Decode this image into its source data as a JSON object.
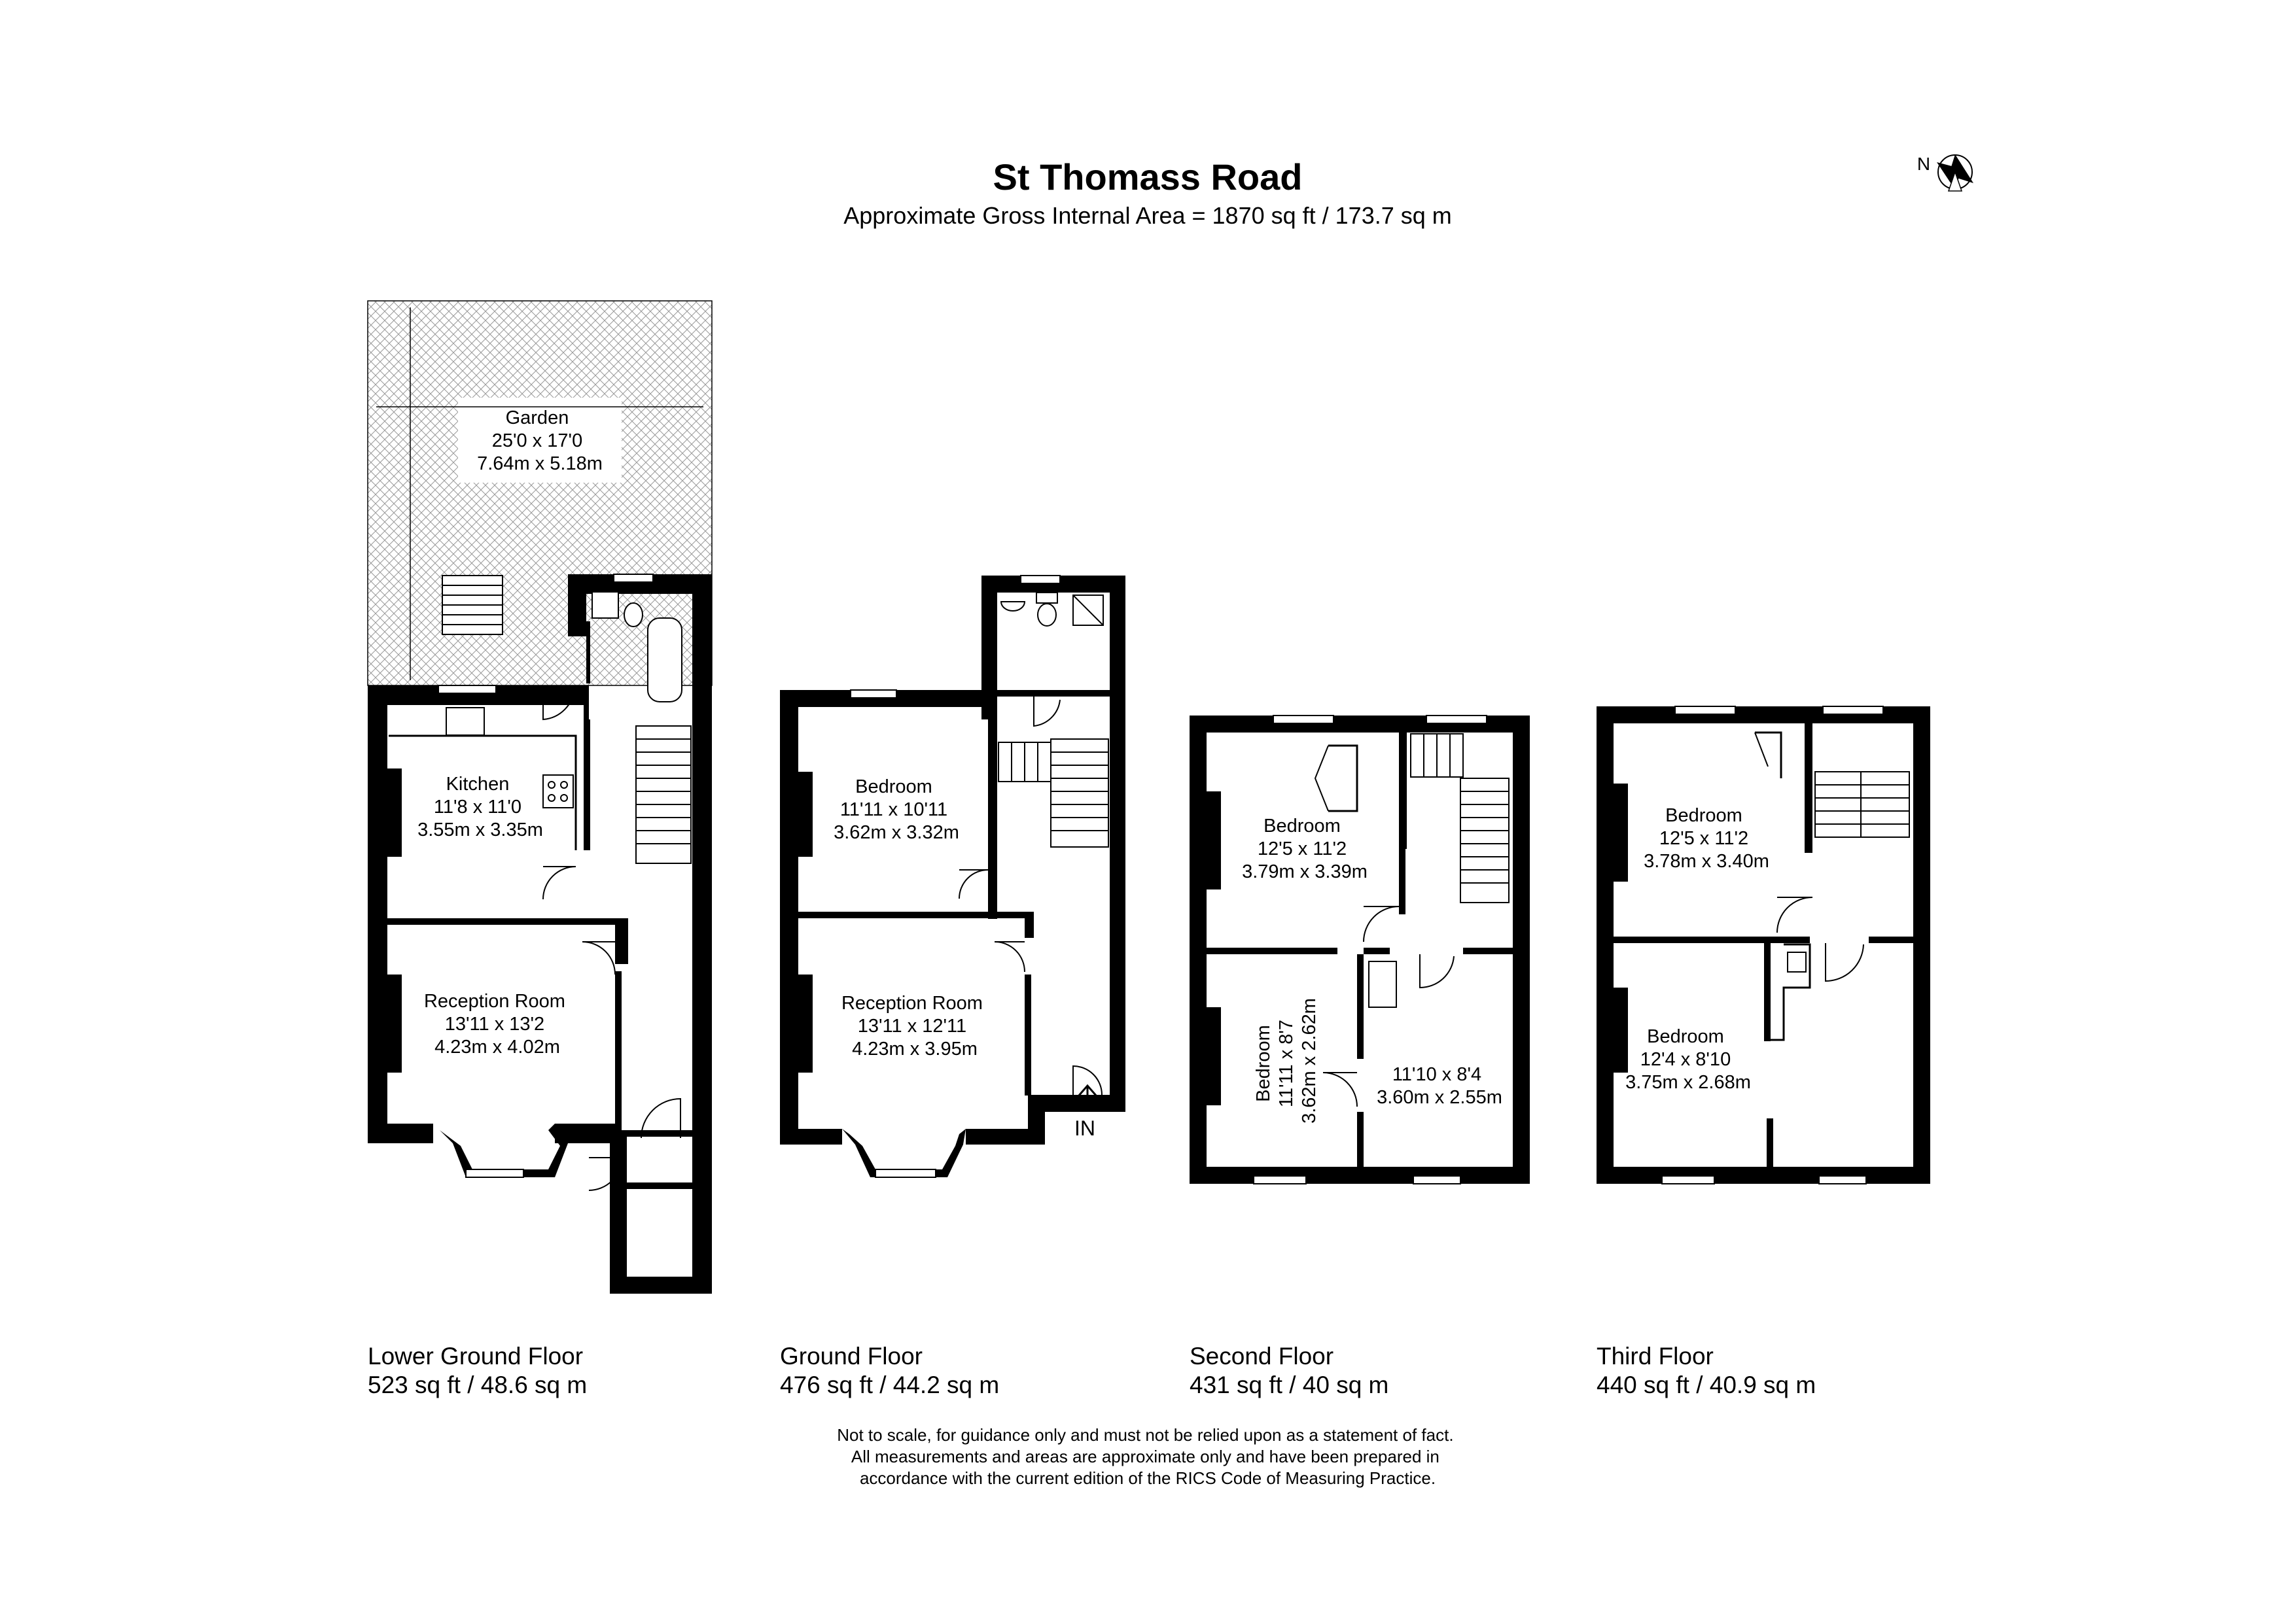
{
  "header": {
    "title": "St Thomass Road",
    "subtitle": "Approximate Gross Internal Area = 1870 sq ft / 173.7 sq m",
    "compass_letter": "N"
  },
  "rooms": {
    "garden": [
      "Garden",
      "25'0 x 17'0",
      "7.64m x 5.18m"
    ],
    "lg_kitchen": [
      "Kitchen",
      "11'8 x 11'0",
      "3.55m x 3.35m"
    ],
    "lg_reception": [
      "Reception Room",
      "13'11 x 13'2",
      "4.23m x 4.02m"
    ],
    "g_bedroom": [
      "Bedroom",
      "11'11 x 10'11",
      "3.62m x 3.32m"
    ],
    "g_reception": [
      "Reception Room",
      "13'11 x 12'11",
      "4.23m x 3.95m"
    ],
    "g_entrance": "IN",
    "s_bedroom1": [
      "Bedroom",
      "12'5 x 11'2",
      "3.79m x 3.39m"
    ],
    "s_bedroom2": [
      "Bedroom",
      "11'11 x 8'7",
      "3.62m x 2.62m"
    ],
    "s_room3": [
      "11'10 x 8'4",
      "3.60m x 2.55m"
    ],
    "t_bedroom1": [
      "Bedroom",
      "12'5 x 11'2",
      "3.78m x 3.40m"
    ],
    "t_bedroom2": [
      "Bedroom",
      "12'4 x 8'10",
      "3.75m x 2.68m"
    ]
  },
  "floors": [
    {
      "name": "Lower Ground Floor",
      "area": "523 sq ft / 48.6 sq m"
    },
    {
      "name": "Ground Floor",
      "area": "476 sq ft / 44.2 sq m"
    },
    {
      "name": "Second Floor",
      "area": "431 sq ft / 40 sq m"
    },
    {
      "name": "Third Floor",
      "area": "440 sq ft / 40.9 sq m"
    }
  ],
  "disclaimer": [
    "Not to scale, for guidance only and must not be relied upon as a statement of fact.",
    "All measurements and areas are approximate only and have been prepared in",
    "accordance with the current edition of the RICS Code of Measuring Practice."
  ],
  "colors": {
    "wall": "#000000",
    "background": "#ffffff",
    "garden_hatch": "#9a9a9a"
  }
}
